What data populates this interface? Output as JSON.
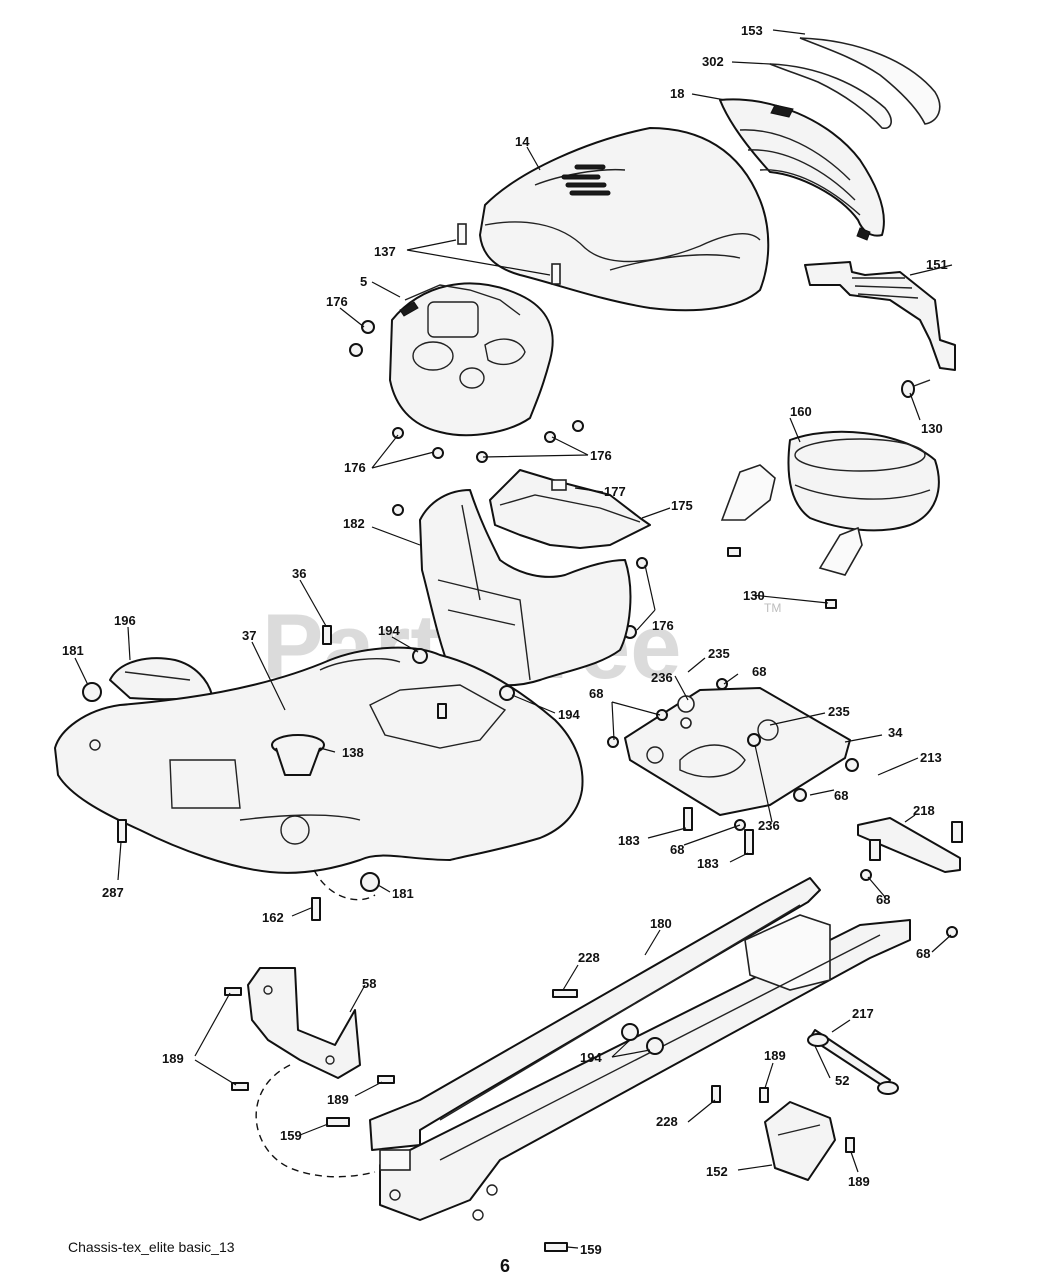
{
  "diagram": {
    "watermark": "PartsTree",
    "watermark_tm": "TM",
    "caption": "Chassis-tex_elite basic_13",
    "page_number": "6",
    "callouts": {
      "c153": "153",
      "c302": "302",
      "c18": "18",
      "c14": "14",
      "c137": "137",
      "c151": "151",
      "c5": "5",
      "c176a": "176",
      "c130a": "130",
      "c160": "160",
      "c176b": "176",
      "c176c": "176",
      "c177": "177",
      "c175": "175",
      "c182": "182",
      "c36": "36",
      "c194a": "194",
      "c196": "196",
      "c37": "37",
      "c181a": "181",
      "c176d": "176",
      "c235a": "235",
      "c68a": "68",
      "c236a": "236",
      "c130b": "130",
      "c194b": "194",
      "c68b": "68",
      "c235b": "235",
      "c34": "34",
      "c138": "138",
      "c213": "213",
      "c68c": "68",
      "c218": "218",
      "c236b": "236",
      "c183a": "183",
      "c68d": "68",
      "c183b": "183",
      "c287": "287",
      "c181b": "181",
      "c68e": "68",
      "c162": "162",
      "c180": "180",
      "c68f": "68",
      "c228a": "228",
      "c58": "58",
      "c217": "217",
      "c189a": "189",
      "c194c": "194",
      "c189b": "189",
      "c52": "52",
      "c189c": "189",
      "c228b": "228",
      "c159a": "159",
      "c152": "152",
      "c189d": "189",
      "c159b": "159"
    }
  }
}
